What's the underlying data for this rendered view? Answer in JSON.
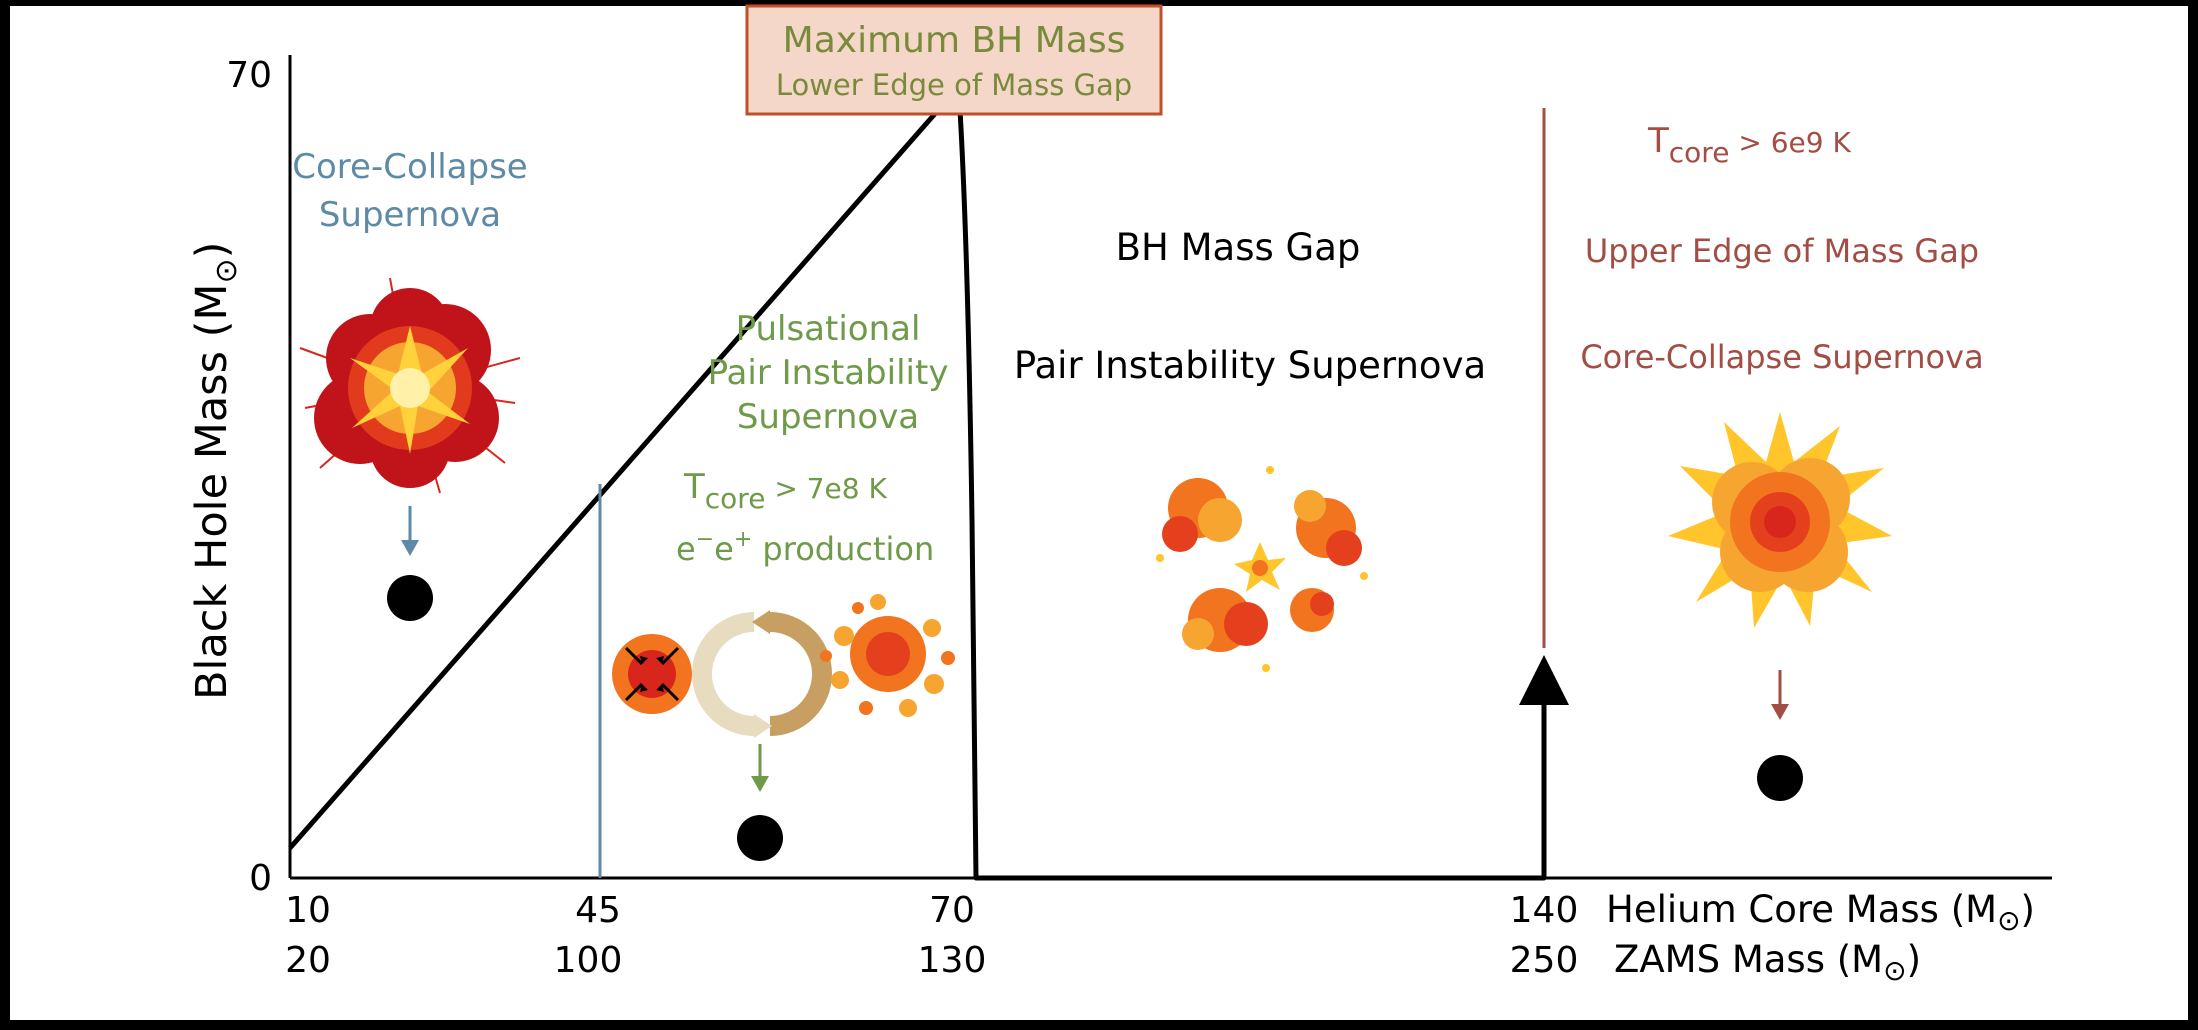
{
  "colors": {
    "background": "#ffffff",
    "frame": "#000000",
    "axis": "#000000",
    "curve": "#000000",
    "blue": "#5f8aa6",
    "green": "#6f9a4a",
    "olive": "#7a8a3b",
    "red": "#a24e44",
    "box_fill": "#f4d7c9",
    "box_stroke": "#c0502a",
    "fire_red": "#d8261d",
    "fire_orange": "#f2741e",
    "fire_yellow": "#ffc52a",
    "ring_light": "#e8dcc0",
    "ring_dark": "#c89f62"
  },
  "axes": {
    "y_label": "Black Hole Mass (M",
    "y_label_sub": "⊙",
    "y_label_close": ")",
    "y_ticks": [
      "70",
      "0"
    ],
    "x_ticks_helium": [
      "10",
      "45",
      "70",
      "140"
    ],
    "x_ticks_zams": [
      "20",
      "100",
      "130",
      "250"
    ],
    "x_label_helium": "Helium Core Mass (M",
    "x_label_zams": "ZAMS Mass (M",
    "sun_symbol": "⊙",
    "close_paren": ")"
  },
  "box": {
    "title": "Maximum BH Mass",
    "subtitle": "Lower Edge of Mass Gap"
  },
  "core_collapse": {
    "line1": "Core-Collapse",
    "line2": "Supernova"
  },
  "ppisn": {
    "line1": "Pulsational",
    "line2": "Pair Instability",
    "line3": "Supernova",
    "tcore_t": "T",
    "tcore_sub": "core",
    "tcore_rest": " > 7e8 K",
    "pair_e1": "e",
    "pair_minus": "−",
    "pair_e2": "e",
    "pair_plus": "+",
    "pair_rest": " production"
  },
  "gap": {
    "title": "BH Mass Gap",
    "pisn": "Pair Instability Supernova"
  },
  "upper": {
    "tcore_t": "T",
    "tcore_sub": "core",
    "tcore_rest": " > 6e9 K",
    "edge": "Upper Edge of Mass Gap",
    "ccsn": "Core-Collapse Supernova"
  },
  "icons": [
    "explosion-icon",
    "arrow-down-icon",
    "black-hole-icon",
    "compressed-core-icon",
    "cycle-icon",
    "pulse-explosion-icon",
    "disrupted-star-icon",
    "supernova-burst-icon"
  ]
}
